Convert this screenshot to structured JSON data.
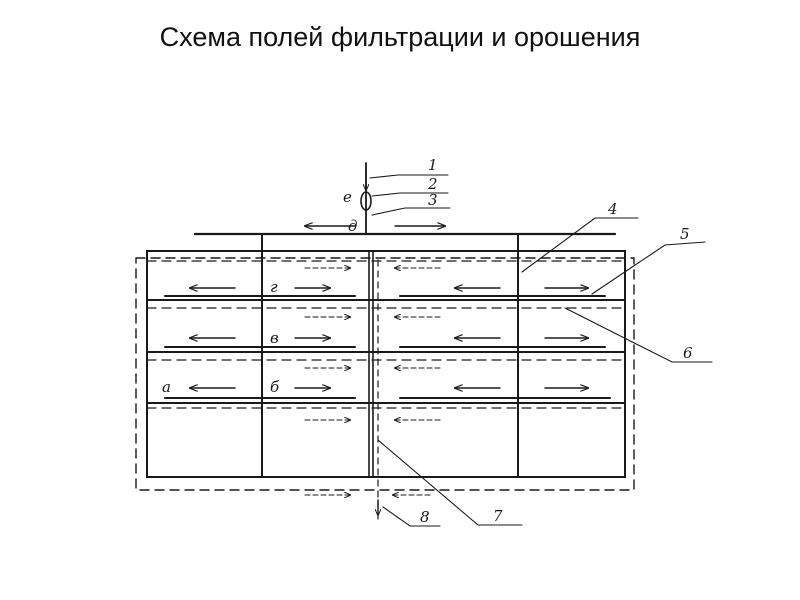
{
  "title": "Схема полей фильтрации и орошения",
  "callouts": [
    "1",
    "2",
    "3",
    "4",
    "5",
    "6",
    "7",
    "8"
  ],
  "letters": [
    "е",
    "д",
    "г",
    "в",
    "а",
    "б"
  ],
  "colors": {
    "ink": "#1a1a1a",
    "background": "#ffffff"
  }
}
